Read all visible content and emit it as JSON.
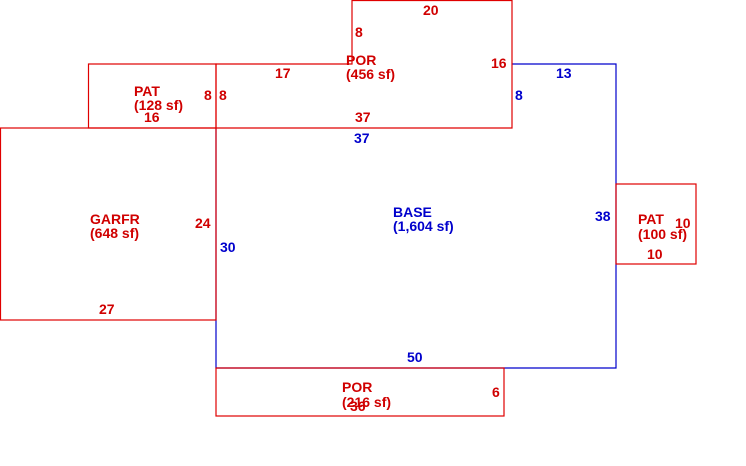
{
  "colors": {
    "red": "#d00000",
    "blue": "#0000cc"
  },
  "areas": {
    "base": {
      "name": "BASE",
      "area": "(1,604 sf)",
      "dims": {
        "top": "37",
        "left": "30",
        "right": "38",
        "bottom": "50",
        "top_right": "13",
        "notch": "8"
      }
    },
    "garfr": {
      "name": "GARFR",
      "area": "(648 sf)",
      "dims": {
        "right": "24",
        "bottom": "27"
      }
    },
    "por_top": {
      "name": "POR",
      "area": "(456 sf)",
      "dims": {
        "top": "20",
        "left": "8",
        "right": "16",
        "inner_top": "17",
        "left_side": "8",
        "bottom": "37"
      }
    },
    "pat_left": {
      "name": "PAT",
      "area": "(128 sf)",
      "dims": {
        "right": "8",
        "bottom": "16"
      }
    },
    "pat_right": {
      "name": "PAT",
      "area": "(100 sf)",
      "dims": {
        "right": "10",
        "bottom": "10"
      }
    },
    "por_bottom": {
      "name": "POR",
      "area": "(216 sf)",
      "dims": {
        "bottom": "36",
        "right": "6"
      }
    }
  }
}
